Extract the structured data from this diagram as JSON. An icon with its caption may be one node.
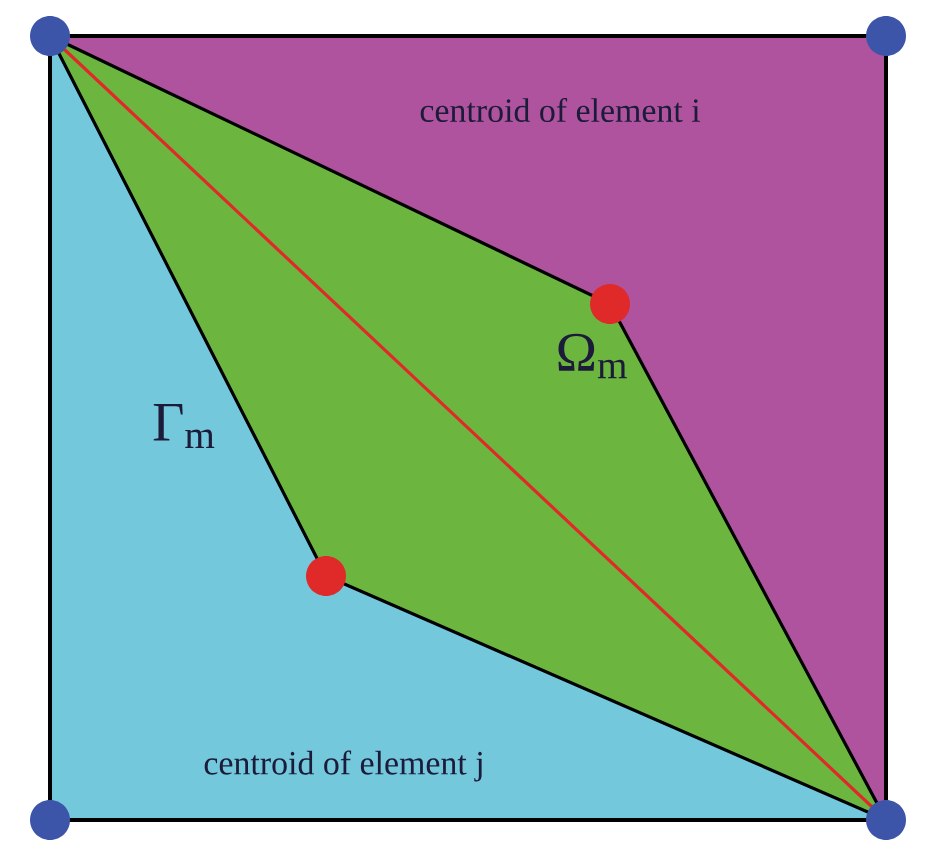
{
  "diagram": {
    "labels": [
      "centroid of element i",
      "Γ$_{m}$",
      "Ω$_{m}$",
      "centroid of element j"
    ]
  }
}
